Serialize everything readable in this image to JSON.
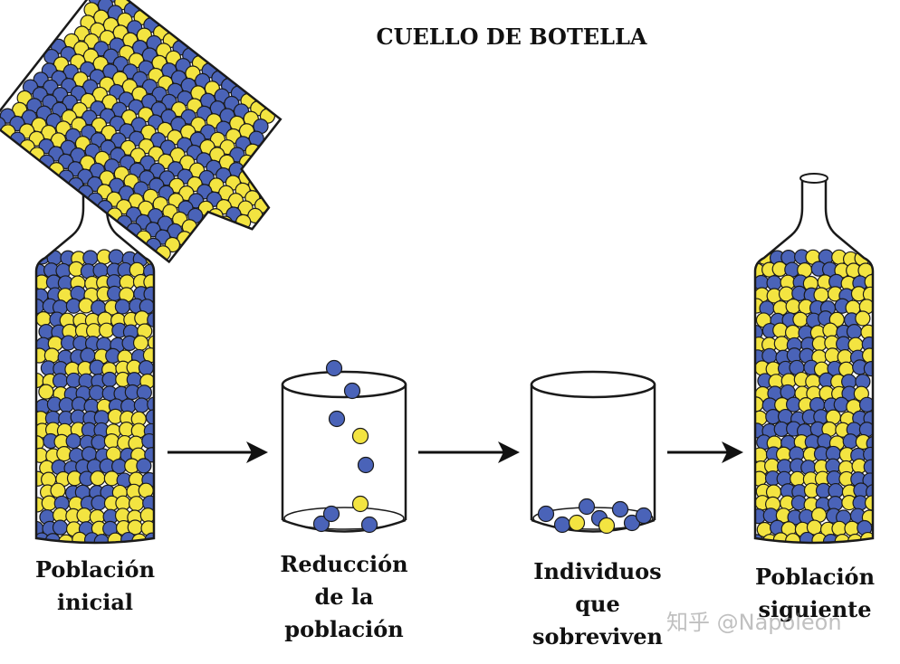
{
  "title": "CUELLO DE BOTELLA",
  "labels": {
    "initial": [
      "Población",
      "inicial"
    ],
    "reduction": [
      "Reducción",
      "de la",
      "población"
    ],
    "survivors": [
      "Individuos",
      "que",
      "sobreviven"
    ],
    "next": [
      "Población",
      "siguiente"
    ]
  },
  "watermark": "知乎 @Napoleon",
  "colors": {
    "blue_ball": "#4a63b8",
    "yellow_ball": "#f3e441",
    "outline": "#1a1a1a"
  },
  "icons": [
    "bottle-icon",
    "tilted-bottle-icon",
    "glass-icon",
    "arrow-right-icon"
  ]
}
